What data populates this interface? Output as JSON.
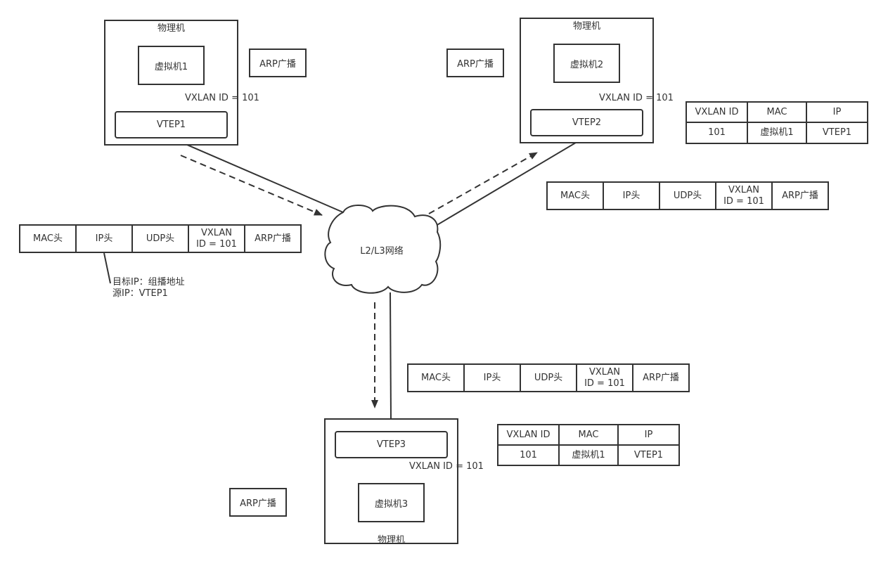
{
  "physical_machine_label": "物理机",
  "vm1": "虚拟机1",
  "vm2": "虚拟机2",
  "vm3": "虚拟机3",
  "vtep1": "VTEP1",
  "vtep2": "VTEP2",
  "vtep3": "VTEP3",
  "vxlan_label": "VXLAN ID = 101",
  "arp_broadcast": "ARP广播",
  "cloud_label": "L2/L3网络",
  "packet": {
    "mac_header": "MAC头",
    "ip_header": "IP头",
    "udp_header": "UDP头",
    "vxlan_field": "VXLAN\nID = 101",
    "arp_broadcast": "ARP广播"
  },
  "ip_note": {
    "line1": "目标IP：组播地址",
    "line2": "源IP：VTEP1"
  },
  "table": {
    "headers": [
      "VXLAN ID",
      "MAC",
      "IP"
    ],
    "row": [
      "101",
      "虚拟机1",
      "VTEP1"
    ]
  }
}
